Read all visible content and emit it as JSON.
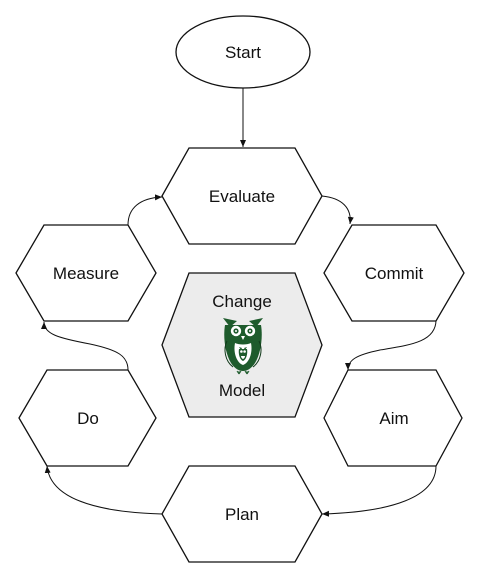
{
  "nodes": {
    "start": "Start",
    "evaluate": "Evaluate",
    "commit": "Commit",
    "aim": "Aim",
    "plan": "Plan",
    "do": "Do",
    "measure": "Measure",
    "center_top": "Change",
    "center_bottom": "Model"
  },
  "colors": {
    "stroke": "#111111",
    "center_fill": "#ececec",
    "node_fill": "#ffffff",
    "owl": "#1e5b2c"
  },
  "icons": {
    "center": "owl-icon"
  }
}
